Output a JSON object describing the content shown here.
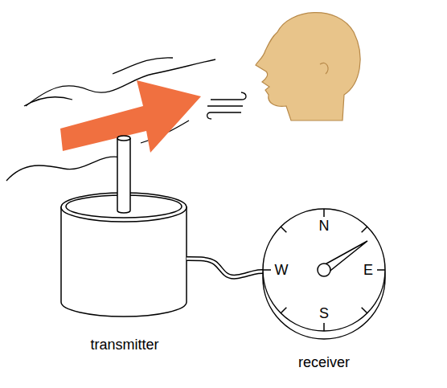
{
  "diagram": {
    "nodes": [
      {
        "text": [
          "transmitter"
        ]
      },
      {
        "text": [
          "N",
          "W",
          "E",
          "S",
          "receiver"
        ]
      }
    ],
    "edges": [
      {
        "from": 0,
        "to": 1,
        "arrow": "none"
      }
    ]
  }
}
